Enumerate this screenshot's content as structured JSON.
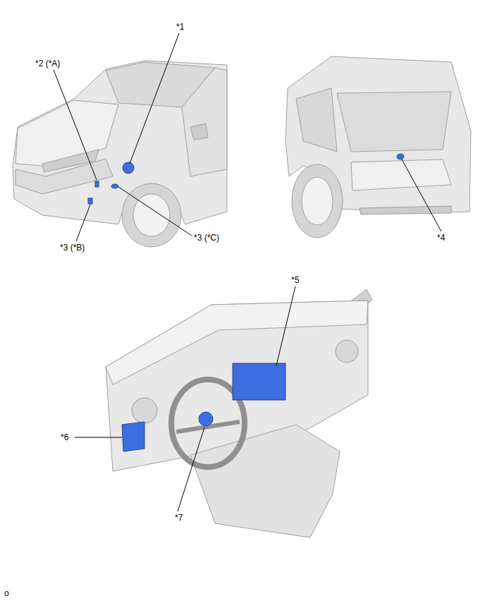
{
  "diagram": {
    "labels": [
      "*1",
      "*2 (*A)",
      "*3 (*B)",
      "*3 (*C)",
      "*4",
      "*5",
      "*6",
      "*7",
      "o"
    ]
  }
}
